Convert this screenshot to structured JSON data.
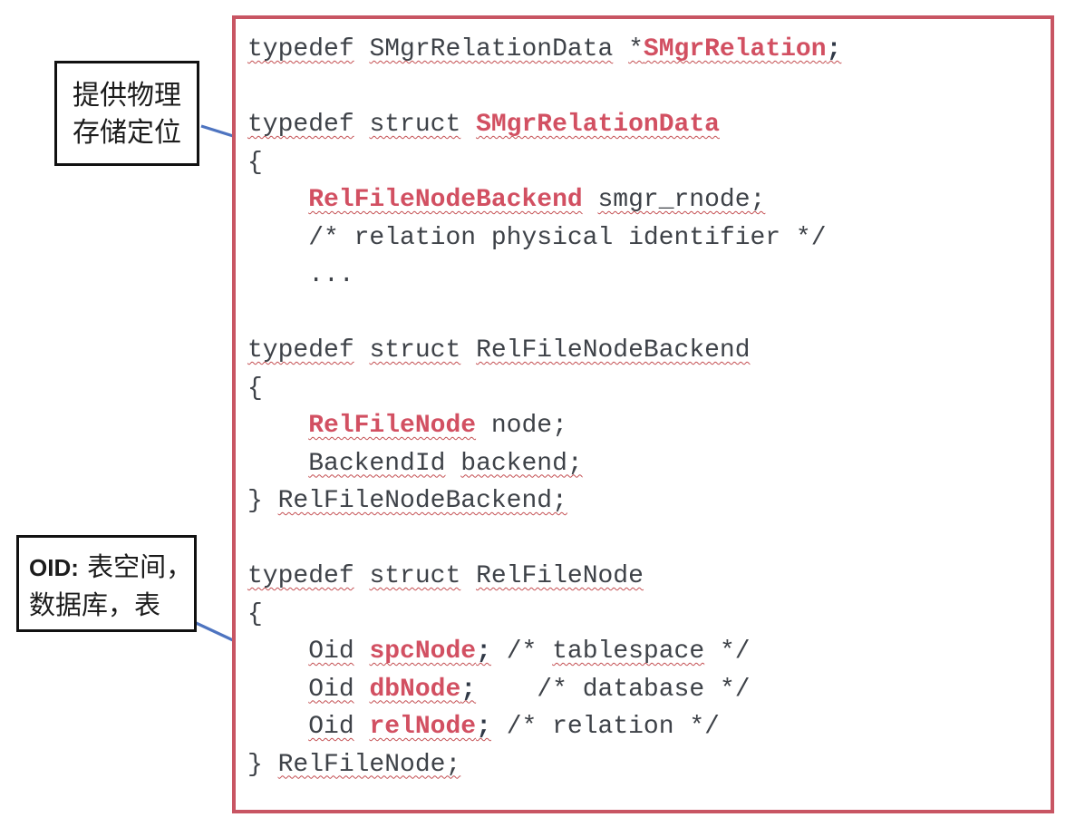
{
  "colors": {
    "background": "#ffffff",
    "border_red": "#c85563",
    "code_text": "#3e4248",
    "keyword_red": "#d25062",
    "punct_dark": "#303846",
    "squiggle": "#c44f52",
    "arrow_blue": "#4e74c0",
    "note_border": "#111111",
    "note_text": "#1c1c1c"
  },
  "notes": {
    "storage": {
      "lines": [
        [
          {
            "t": "提供物理"
          }
        ],
        [
          {
            "t": "存储定位"
          }
        ]
      ]
    },
    "oid": {
      "lines": [
        [
          {
            "t": "OID:",
            "f": "latin"
          },
          {
            "t": " 表空间，"
          }
        ],
        [
          {
            "t": "数据库，表"
          }
        ]
      ]
    }
  },
  "code": {
    "lines": [
      {
        "seg": [
          {
            "t": "typedef",
            "u": 1
          },
          {
            "t": " "
          },
          {
            "t": "SMgrRelationData",
            "u": 1
          },
          {
            "t": " "
          },
          {
            "t": "*",
            "u": 1
          },
          {
            "t": "SMgrRelation",
            "s": "r",
            "u": 1
          },
          {
            "t": ";",
            "s": "b",
            "u": 1
          }
        ]
      },
      {
        "seg": []
      },
      {
        "seg": [
          {
            "t": "typedef",
            "u": 1
          },
          {
            "t": " "
          },
          {
            "t": "struct",
            "u": 1
          },
          {
            "t": " "
          },
          {
            "t": "SMgrRelationData",
            "s": "r",
            "u": 1
          }
        ]
      },
      {
        "seg": [
          {
            "t": "{"
          }
        ]
      },
      {
        "seg": [
          {
            "t": "    "
          },
          {
            "t": "RelFileNodeBackend",
            "s": "r",
            "u": 1
          },
          {
            "t": " "
          },
          {
            "t": "smgr_rnode;",
            "u": 1
          }
        ]
      },
      {
        "seg": [
          {
            "t": "    "
          },
          {
            "t": "/* relation physical identifier */"
          }
        ]
      },
      {
        "seg": [
          {
            "t": "    "
          },
          {
            "t": "..."
          }
        ]
      },
      {
        "seg": []
      },
      {
        "seg": [
          {
            "t": "typedef",
            "u": 1
          },
          {
            "t": " "
          },
          {
            "t": "struct",
            "u": 1
          },
          {
            "t": " "
          },
          {
            "t": "RelFileNodeBackend",
            "u": 1
          }
        ]
      },
      {
        "seg": [
          {
            "t": "{"
          }
        ]
      },
      {
        "seg": [
          {
            "t": "    "
          },
          {
            "t": "RelFileNode",
            "s": "r",
            "u": 1
          },
          {
            "t": " "
          },
          {
            "t": "node;"
          }
        ]
      },
      {
        "seg": [
          {
            "t": "    "
          },
          {
            "t": "BackendId",
            "u": 1
          },
          {
            "t": " "
          },
          {
            "t": "backend;",
            "u": 1
          }
        ]
      },
      {
        "seg": [
          {
            "t": "} "
          },
          {
            "t": "RelFileNodeBackend;",
            "u": 1
          }
        ]
      },
      {
        "seg": []
      },
      {
        "seg": [
          {
            "t": "typedef",
            "u": 1
          },
          {
            "t": " "
          },
          {
            "t": "struct",
            "u": 1
          },
          {
            "t": " "
          },
          {
            "t": "RelFileNode",
            "u": 1
          }
        ]
      },
      {
        "seg": [
          {
            "t": "{"
          }
        ]
      },
      {
        "seg": [
          {
            "t": "    "
          },
          {
            "t": "Oid",
            "u": 1
          },
          {
            "t": " "
          },
          {
            "t": "spcNode",
            "s": "r",
            "u": 1
          },
          {
            "t": ";",
            "s": "b",
            "u": 1
          },
          {
            "t": " /* "
          },
          {
            "t": "tablespace",
            "u": 1
          },
          {
            "t": " */"
          }
        ]
      },
      {
        "seg": [
          {
            "t": "    "
          },
          {
            "t": "Oid",
            "u": 1
          },
          {
            "t": " "
          },
          {
            "t": "dbNode",
            "s": "r",
            "u": 1
          },
          {
            "t": ";",
            "s": "b",
            "u": 1
          },
          {
            "t": "    /* database */"
          }
        ]
      },
      {
        "seg": [
          {
            "t": "    "
          },
          {
            "t": "Oid",
            "u": 1
          },
          {
            "t": " "
          },
          {
            "t": "relNode",
            "s": "r",
            "u": 1
          },
          {
            "t": ";",
            "s": "b",
            "u": 1
          },
          {
            "t": " /* relation */"
          }
        ]
      },
      {
        "seg": [
          {
            "t": "} "
          },
          {
            "t": "RelFileNode;",
            "u": 1
          }
        ]
      }
    ]
  }
}
